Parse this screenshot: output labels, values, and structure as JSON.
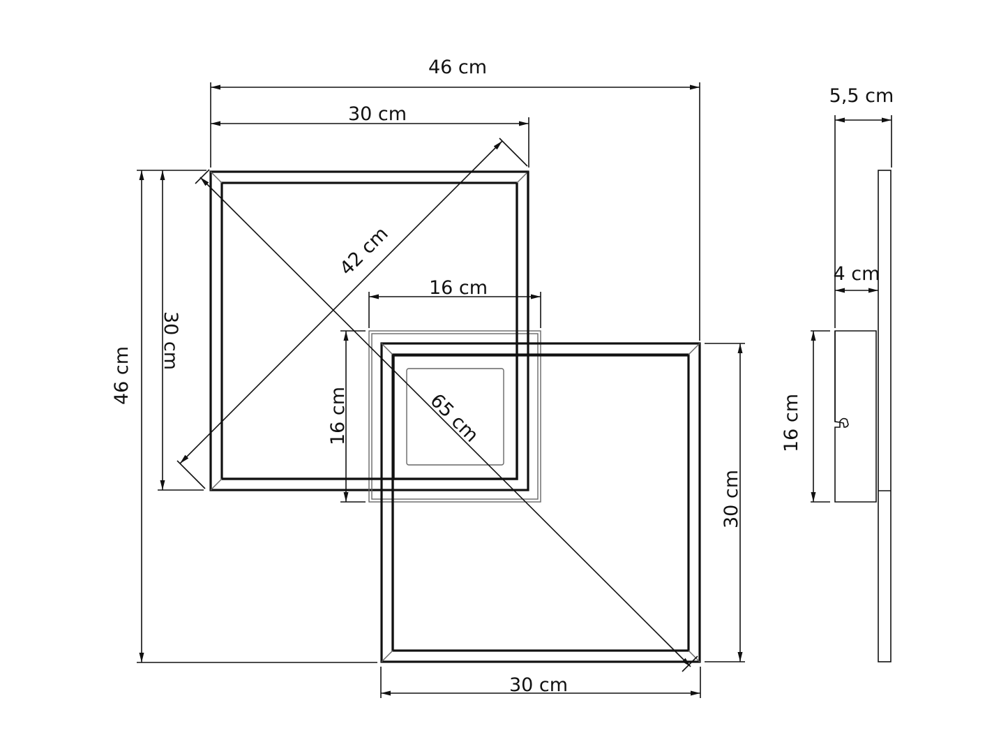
{
  "drawing": {
    "type": "technical-dimension-drawing",
    "subject": "square ceiling lamp, front and side view",
    "line_color": "#111111",
    "background": "#ffffff"
  },
  "front_view": {
    "dimensions": {
      "overall_width": "46 cm",
      "top_square_width": "30 cm",
      "overall_height": "46 cm",
      "top_square_height": "30 cm",
      "top_square_diagonal": "42 cm",
      "center_square_width": "16 cm",
      "center_square_height": "16 cm",
      "overall_diagonal": "65 cm",
      "bottom_square_width": "30 cm",
      "bottom_square_height": "30 cm"
    }
  },
  "side_view": {
    "dimensions": {
      "total_depth": "5,5 cm",
      "panel_offset": "4 cm",
      "mount_height": "16 cm"
    }
  }
}
